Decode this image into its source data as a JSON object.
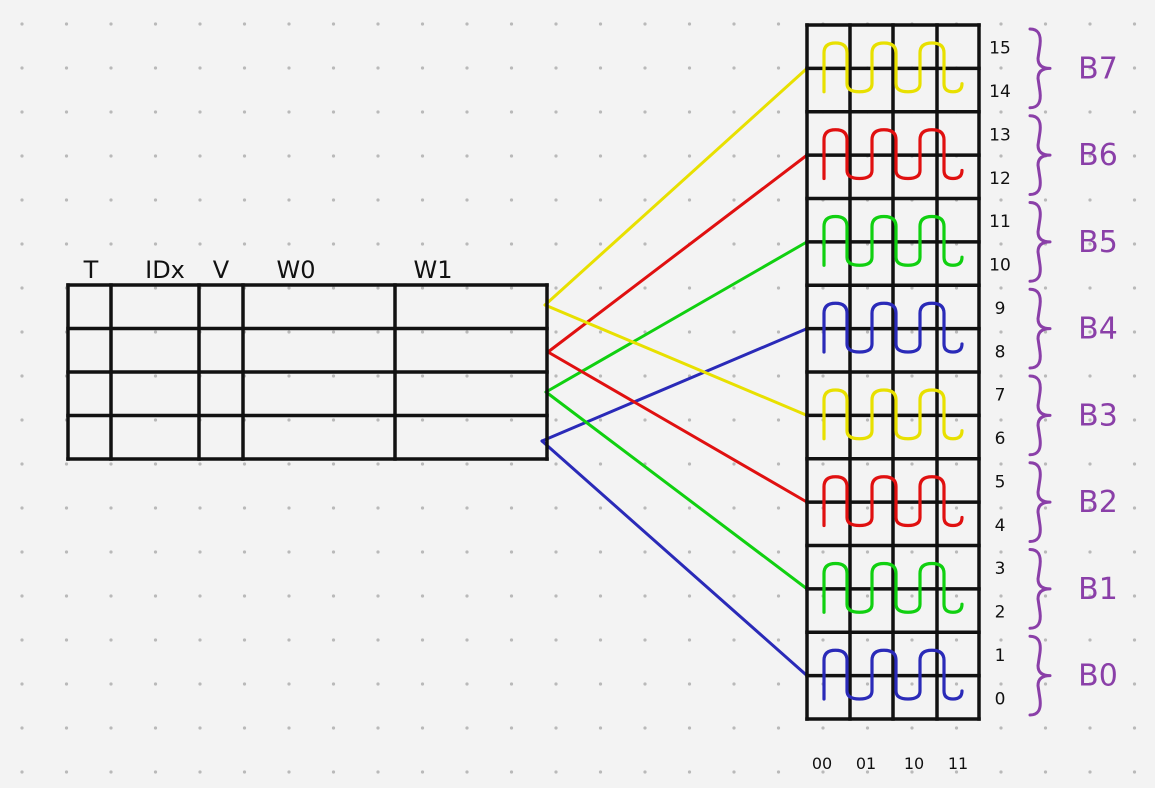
{
  "cache_table": {
    "headers": [
      "T",
      "IDx",
      "V",
      "W0",
      "W1"
    ],
    "row_count": 4
  },
  "memory": {
    "row_labels": [
      "15",
      "14",
      "13",
      "12",
      "11",
      "10",
      "9",
      "8",
      "7",
      "6",
      "5",
      "4",
      "3",
      "2",
      "1",
      "0"
    ],
    "column_labels": [
      "00",
      "01",
      "10",
      "11"
    ],
    "blocks": [
      {
        "label": "B7",
        "color": "#e8e000"
      },
      {
        "label": "B6",
        "color": "#e01010"
      },
      {
        "label": "B5",
        "color": "#10d010"
      },
      {
        "label": "B4",
        "color": "#2a2ab8"
      },
      {
        "label": "B3",
        "color": "#e8e000"
      },
      {
        "label": "B2",
        "color": "#e01010"
      },
      {
        "label": "B1",
        "color": "#10d010"
      },
      {
        "label": "B0",
        "color": "#2a2ab8"
      }
    ]
  },
  "colors": {
    "ink": "#111111",
    "brace": "#8a3fa8",
    "dot": "#b9b9b9",
    "background": "#f3f3f3"
  }
}
